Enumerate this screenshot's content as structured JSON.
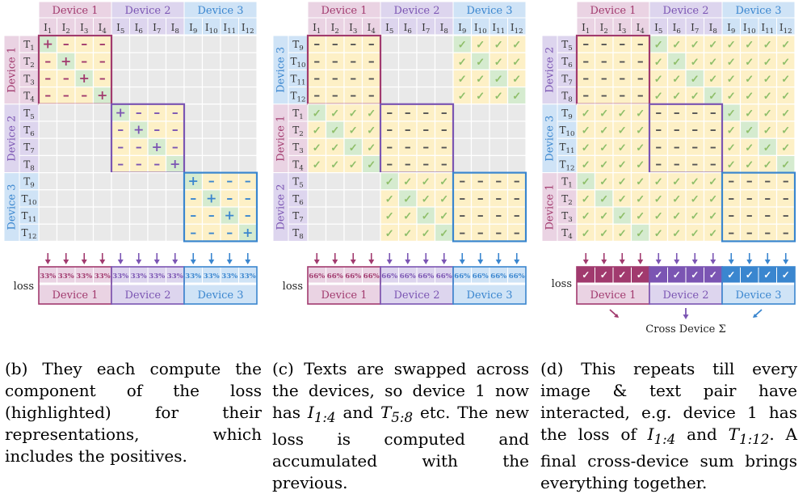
{
  "colors": {
    "d1": "#a13a6e",
    "d1_light": "#ead3e3",
    "d2": "#7b55b3",
    "d2_light": "#ddd5ee",
    "d3": "#3a86cf",
    "d3_light": "#cfe3f6",
    "grid": "#dedede",
    "cell": "#e9e9e9",
    "yellow": "#fdf0c6",
    "green": "#e4f2d6",
    "check": "#8fbf6a",
    "pos": "#d5ebcf"
  },
  "device_labels": [
    "Device 1",
    "Device 2",
    "Device 3"
  ],
  "images": [
    "I1",
    "I2",
    "I3",
    "I4",
    "I5",
    "I6",
    "I7",
    "I8",
    "I9",
    "I10",
    "I11",
    "I12"
  ],
  "texts": [
    "T1",
    "T2",
    "T3",
    "T4",
    "T5",
    "T6",
    "T7",
    "T8",
    "T9",
    "T10",
    "T11",
    "T12"
  ],
  "panels": [
    {
      "id": "b",
      "row_devices": [
        0,
        1,
        2
      ],
      "loss_values": [
        "33%",
        "33%",
        "33%",
        "33%",
        "33%",
        "33%",
        "33%",
        "33%",
        "33%",
        "33%",
        "33%",
        "33%"
      ]
    },
    {
      "id": "c",
      "row_devices": [
        2,
        0,
        1
      ],
      "loss_values": [
        "66%",
        "66%",
        "66%",
        "66%",
        "66%",
        "66%",
        "66%",
        "66%",
        "66%",
        "66%",
        "66%",
        "66%"
      ]
    },
    {
      "id": "d",
      "row_devices": [
        1,
        2,
        0
      ],
      "loss_values": [
        "✓",
        "✓",
        "✓",
        "✓",
        "✓",
        "✓",
        "✓",
        "✓",
        "✓",
        "✓",
        "✓",
        "✓"
      ]
    }
  ],
  "loss_label": "loss",
  "cross_device_label": "Cross Device Σ",
  "captions": {
    "b": "(b) They each compute the component of the loss (highlighted) for their representations, which includes the positives.",
    "c_1": "(c) Texts are swapped across the devices, so device 1 now has ",
    "c_2": " and ",
    "c_3": " etc. The new loss is computed and accumulated with the previous.",
    "c_m1": "I",
    "c_m1s": "1:4",
    "c_m2": "T",
    "c_m2s": "5:8",
    "d_1": "(d) This repeats till every image & text pair have interacted, e.g. device 1 has the loss of ",
    "d_2": " and ",
    "d_3": ". A final cross-device sum brings everything together.",
    "d_m1": "I",
    "d_m1s": "1:4",
    "d_m2": "T",
    "d_m2s": "1:12"
  }
}
